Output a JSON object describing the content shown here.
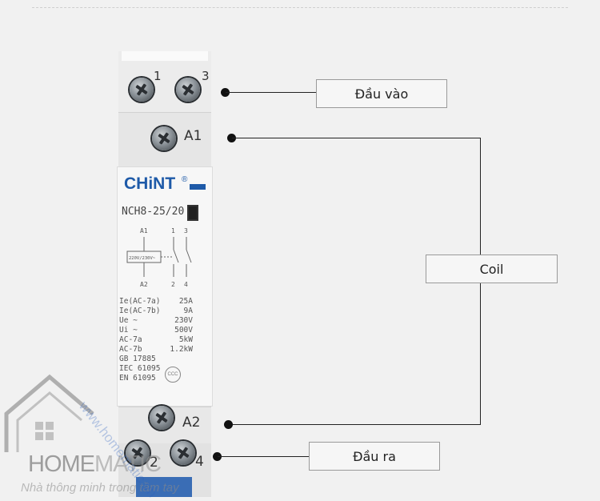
{
  "labels": {
    "input": "Đầu vào",
    "coil": "Coil",
    "output": "Đầu ra"
  },
  "device": {
    "brand": "CHiNT",
    "registered": "®",
    "model": "NCH8-25/20",
    "terminals": {
      "t1": "1",
      "t3": "3",
      "a1": "A1",
      "a2": "A2",
      "t2": "2",
      "t4": "4"
    },
    "schematic": {
      "a1": "A1",
      "a2": "A2",
      "n1": "1",
      "n3": "3",
      "n2": "2",
      "n4": "4",
      "coil": "220V/230V~"
    },
    "specs": [
      {
        "k": "Ie(AC-7a)",
        "v": "25A"
      },
      {
        "k": "Ie(AC-7b)",
        "v": "9A"
      },
      {
        "k": "Ue ~",
        "v": "230V"
      },
      {
        "k": "Ui ~",
        "v": "500V"
      },
      {
        "k": "AC-7a",
        "v": "5kW"
      },
      {
        "k": "AC-7b",
        "v": "1.2kW"
      },
      {
        "k": "GB 17885",
        "v": ""
      },
      {
        "k": "IEC 61095",
        "v": ""
      },
      {
        "k": "EN 61095",
        "v": ""
      }
    ],
    "ccc": "CCC"
  },
  "watermark": {
    "logo_left": "HOME",
    "logo_right": "MATIC",
    "tagline": "Nhà thông minh trong tầm tay",
    "diagonal": "www.homematic.vn"
  },
  "colors": {
    "brand_blue": "#1e5aa8",
    "line": "#222222"
  }
}
